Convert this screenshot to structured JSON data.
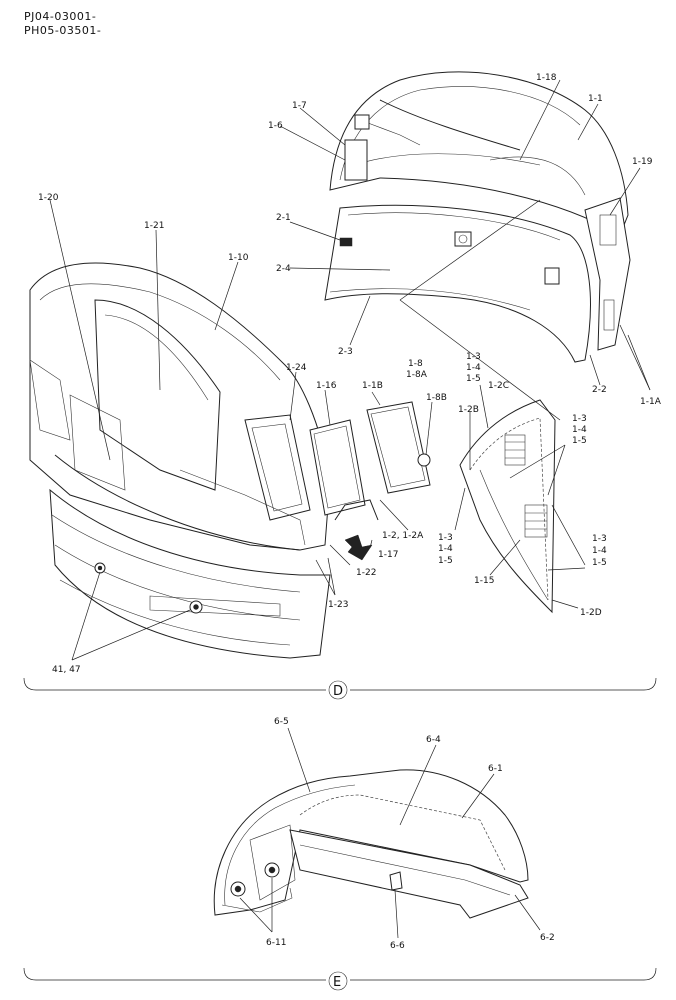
{
  "header": {
    "line1": "PJ04-03001-",
    "line2": "PH05-03501-"
  },
  "sections": {
    "d": "D",
    "e": "E"
  },
  "callouts_d": {
    "c_1_1": "1-1",
    "c_1_18": "1-18",
    "c_1_19": "1-19",
    "c_1_7": "1-7",
    "c_1_6": "1-6",
    "c_1_20": "1-20",
    "c_1_21": "1-21",
    "c_1_10": "1-10",
    "c_2_1": "2-1",
    "c_2_4": "2-4",
    "c_2_3": "2-3",
    "c_2_2": "2-2",
    "c_1_1a": "1-1A",
    "c_1_24": "1-24",
    "c_1_16": "1-16",
    "c_1_1b": "1-1B",
    "c_1_8": "1-8",
    "c_1_8a": "1-8A",
    "c_1_8b": "1-8B",
    "c_1_2b": "1-2B",
    "c_1_2c": "1-2C",
    "c_1_3_a": "1-3",
    "c_1_4_a": "1-4",
    "c_1_5_a": "1-5",
    "c_1_3_b": "1-3",
    "c_1_4_b": "1-4",
    "c_1_5_b": "1-5",
    "c_1_3_c": "1-3",
    "c_1_4_c": "1-4",
    "c_1_5_c": "1-5",
    "c_1_3_d": "1-3",
    "c_1_4_d": "1-4",
    "c_1_5_d": "1-5",
    "c_1_2_1_2a": "1-2, 1-2A",
    "c_1_17": "1-17",
    "c_1_15": "1-15",
    "c_1_2d": "1-2D",
    "c_1_22": "1-22",
    "c_1_23": "1-23",
    "c_41_47": "41, 47"
  },
  "callouts_e": {
    "c_6_5": "6-5",
    "c_6_4": "6-4",
    "c_6_1": "6-1",
    "c_6_2": "6-2",
    "c_6_6": "6-6",
    "c_6_11": "6-11"
  }
}
